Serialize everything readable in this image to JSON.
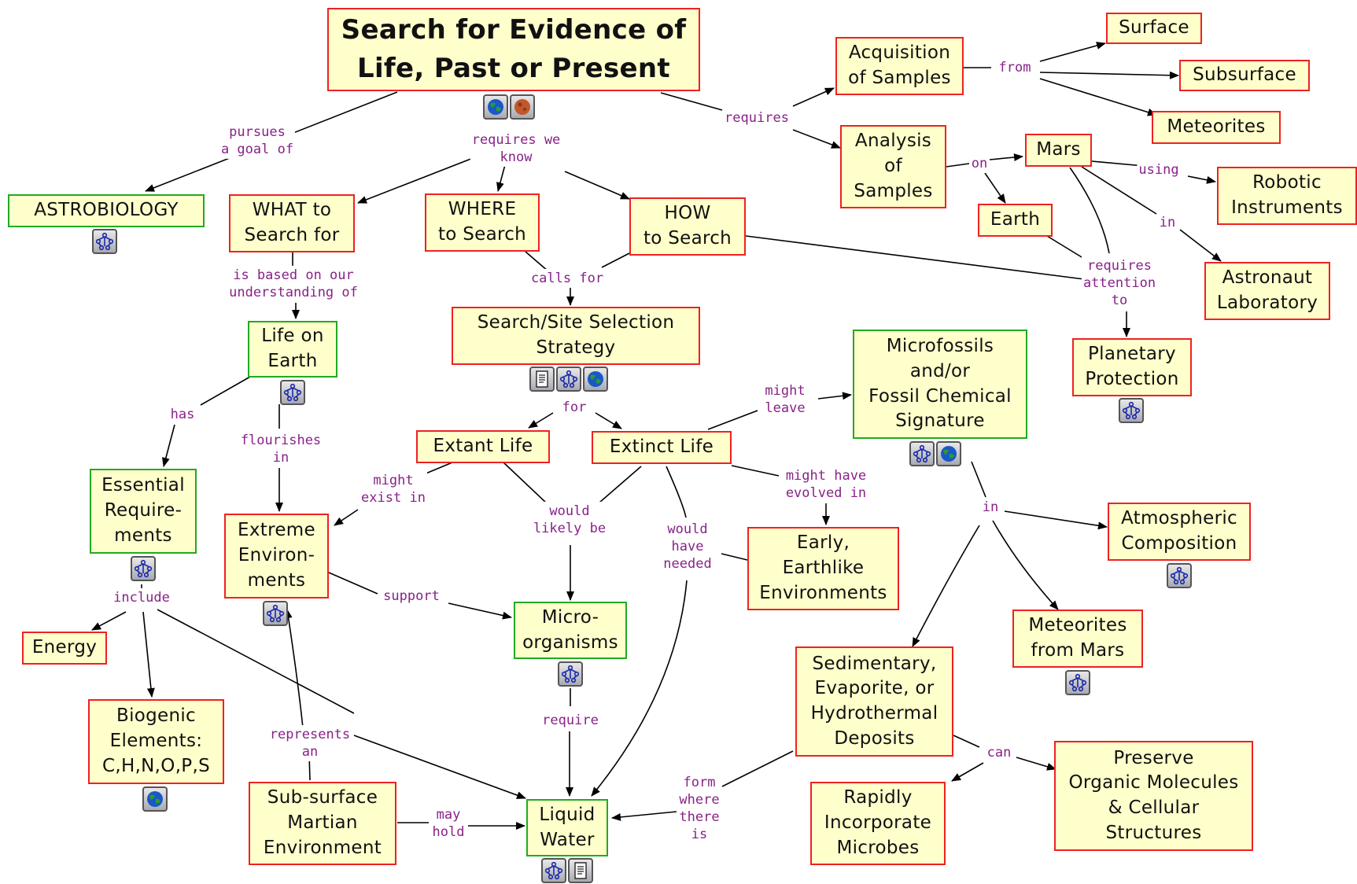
{
  "nodes": {
    "title": "Search for Evidence of\nLife, Past or Present",
    "astrobiology": "ASTROBIOLOGY",
    "what": "WHAT to\nSearch for",
    "where": "WHERE\nto Search",
    "how": "HOW\nto Search",
    "acquisition": "Acquisition\nof Samples",
    "analysis": "Analysis\nof\nSamples",
    "surface": "Surface",
    "subsurface": "Subsurface",
    "meteorites": "Meteorites",
    "mars": "Mars",
    "earth": "Earth",
    "robotic": "Robotic\nInstruments",
    "astronaut": "Astronaut\nLaboratory",
    "planetary": "Planetary\nProtection",
    "life_on_earth": "Life on\nEarth",
    "strategy": "Search/Site Selection\nStrategy",
    "microfossils": "Microfossils\nand/or\nFossil Chemical\nSignature",
    "extant": "Extant Life",
    "extinct": "Extinct Life",
    "essential": "Essential\nRequire-\nments",
    "extreme": "Extreme\nEnviron-\nments",
    "early": "Early,\nEarthlike\nEnvironments",
    "atmospheric": "Atmospheric\nComposition",
    "meteorites_mars": "Meteorites\nfrom Mars",
    "energy": "Energy",
    "microorganisms": "Micro-\norganisms",
    "sedimentary": "Sedimentary,\nEvaporite, or\nHydrothermal\nDeposits",
    "biogenic": "Biogenic\nElements:\nC,H,N,O,P,S",
    "subsurface_martian": "Sub-surface\nMartian\nEnvironment",
    "liquid_water": "Liquid\nWater",
    "rapidly": "Rapidly\nIncorporate\nMicrobes",
    "preserve": "Preserve\nOrganic Molecules\n& Cellular\nStructures"
  },
  "links": {
    "pursues": "pursues\na goal of",
    "requires_we_know": "requires we\nknow",
    "requires": "requires",
    "from": "from",
    "on": "on",
    "using": "using",
    "in_mars": "in",
    "requires_attention": "requires\nattention\nto",
    "based_on": "is based on our\nunderstanding of",
    "calls_for": "calls for",
    "for": "for",
    "might_leave": "might\nleave",
    "has": "has",
    "flourishes": "flourishes\nin",
    "might_exist": "might\nexist in",
    "would_likely": "would\nlikely be",
    "would_have_needed": "would\nhave\nneeded",
    "might_have_evolved": "might have\nevolved in",
    "in_fossil": "in",
    "include": "include",
    "support": "support",
    "require": "require",
    "represents": "represents\nan",
    "may_hold": "may\nhold",
    "form_where": "form\nwhere\nthere\nis",
    "can": "can"
  },
  "icon_types": [
    "globe-icon",
    "mars-icon",
    "concept-map-icon",
    "document-icon"
  ],
  "colors": {
    "node_fill": "#ffffcc",
    "concept_border_red": "#ee2222",
    "concept_border_green": "#22aa22",
    "link_label": "#882288",
    "line": "#000000"
  }
}
